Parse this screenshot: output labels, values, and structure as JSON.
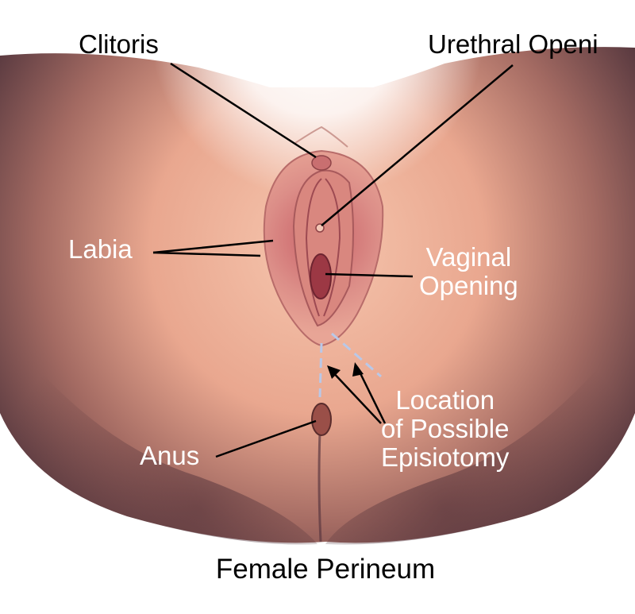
{
  "figure": {
    "title": "Female Perineum",
    "labels": {
      "clitoris": "Clitoris",
      "urethral_opening": "Urethral Openi",
      "labia": "Labia",
      "vaginal_opening_line1": "Vaginal",
      "vaginal_opening_line2": "Opening",
      "episiotomy_line1": "Location",
      "episiotomy_line2": "of Possible",
      "episiotomy_line3": "Episiotomy",
      "anus": "Anus"
    },
    "colors": {
      "skin_light": "#f2b9a0",
      "skin_shadow": "#6e4548",
      "labia_pink": "#d9877f",
      "inner_red": "#b04a4e",
      "episiotomy_dash": "#b9c8e8",
      "label_dark": "#000000",
      "label_light": "#ffffff"
    }
  }
}
